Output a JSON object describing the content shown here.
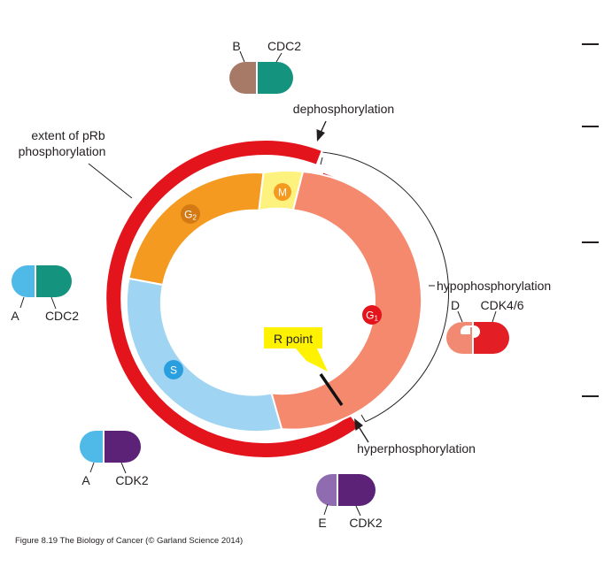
{
  "labels": {
    "extent_line1": "extent of pRb",
    "extent_line2": "phosphorylation",
    "dephosphorylation": "dephosphorylation",
    "hypophosphorylation": "hypophosphorylation",
    "hyperphosphorylation": "hyperphosphorylation",
    "r_point": "R point"
  },
  "phases": {
    "g1": "G1",
    "s": "S",
    "g2": "G2",
    "m": "M"
  },
  "complexes": {
    "b_cdc2": {
      "cyclin": "B",
      "cdk": "CDC2"
    },
    "a_cdc2": {
      "cyclin": "A",
      "cdk": "CDC2"
    },
    "a_cdk2": {
      "cyclin": "A",
      "cdk": "CDK2"
    },
    "e_cdk2": {
      "cyclin": "E",
      "cdk": "CDK2"
    },
    "d_cdk46": {
      "cyclin": "D",
      "cdk": "CDK4/6"
    }
  },
  "caption": "Figure 8.19  The Biology of Cancer (© Garland Science 2014)",
  "colors": {
    "red": "#e3141b",
    "g1": "#f5896e",
    "s": "#9fd5f3",
    "g2": "#f59a20",
    "m": "#fef27f",
    "cdc2": "#14947e",
    "cdk2": "#5b2278",
    "cyclin_b": "#a77a67",
    "cyclin_a": "#4fb9e8",
    "cyclin_e": "#8f6bb0",
    "cyclin_d": "#f28a73",
    "cdk46": "#e31e24"
  }
}
